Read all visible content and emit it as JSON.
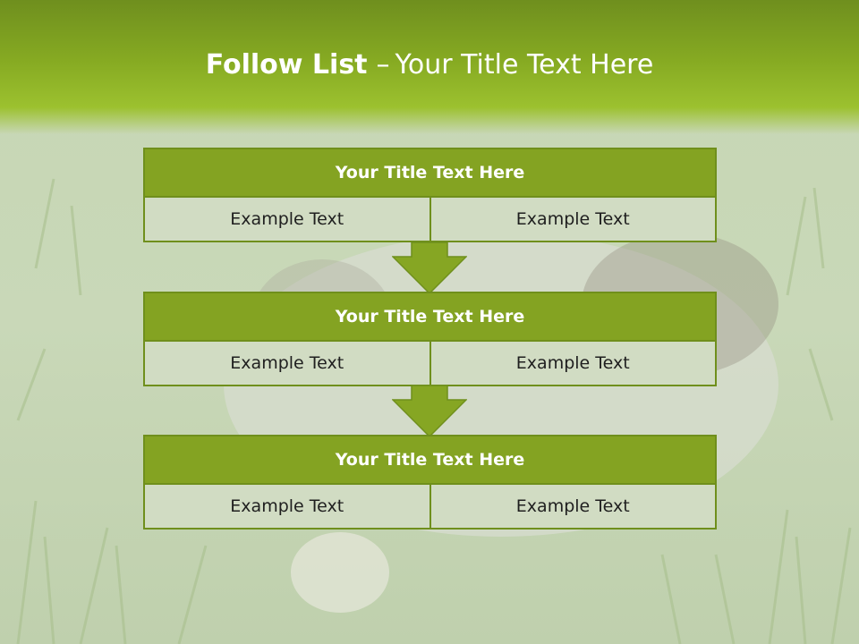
{
  "slide": {
    "title_bold": "Follow List",
    "title_separator": "–",
    "title_rest": "Your Title Text Here"
  },
  "blocks": [
    {
      "title": "Your Title Text Here",
      "cells": [
        "Example Text",
        "Example Text"
      ]
    },
    {
      "title": "Your Title Text Here",
      "cells": [
        "Example Text",
        "Example Text"
      ]
    },
    {
      "title": "Your Title Text Here",
      "cells": [
        "Example Text",
        "Example Text"
      ]
    }
  ],
  "colors": {
    "header_green": "#86aa22",
    "block_title_green": "#84a322",
    "cell_fill": "#d1dcc3",
    "border_green": "#6f8f1c",
    "arrow_green": "#86a623"
  },
  "background_image": "puppy in grass (washed out)"
}
